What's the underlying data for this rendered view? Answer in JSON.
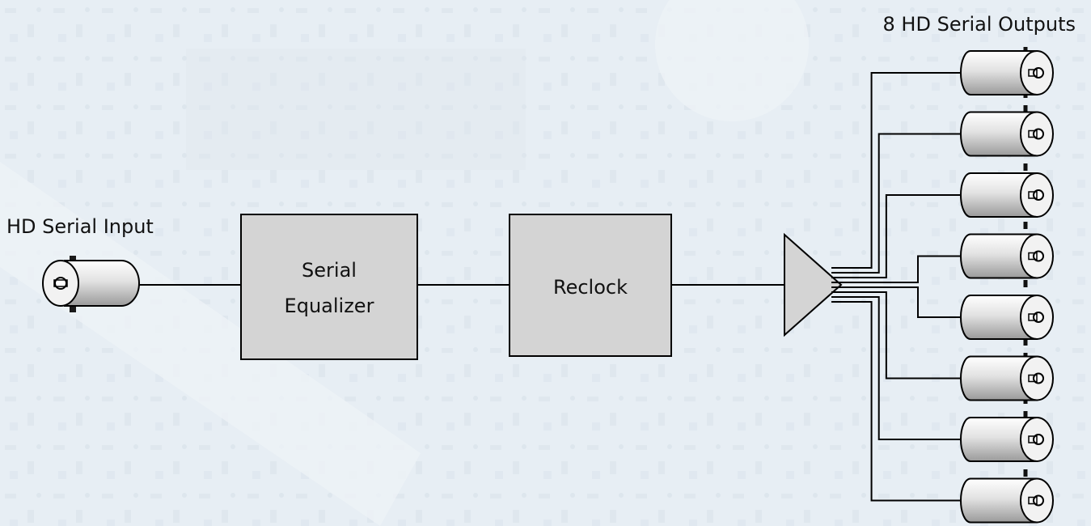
{
  "labels": {
    "input": "HD Serial Input",
    "outputs": "8 HD Serial Outputs"
  },
  "blocks": {
    "equalizer_line1": "Serial",
    "equalizer_line2": "Equalizer",
    "reclock": "Reclock"
  },
  "output_count": 8,
  "colors": {
    "background": "#e7eef4",
    "block_fill": "#d4d4d4",
    "connector_fill": "#e4e4e4",
    "line": "#000000"
  }
}
